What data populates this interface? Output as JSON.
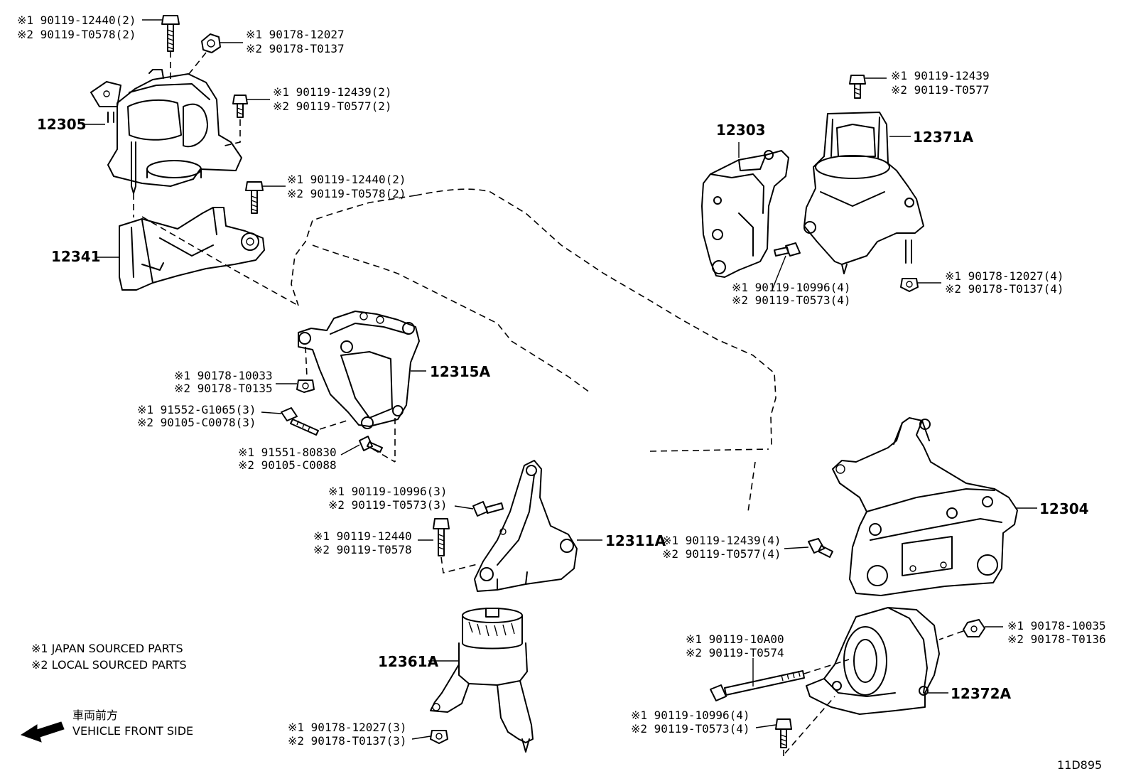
{
  "parts": {
    "p12305": "12305",
    "p12341": "12341",
    "p12315A": "12315A",
    "p12311A": "12311A",
    "p12361A": "12361A",
    "p12303": "12303",
    "p12371A": "12371A",
    "p12304": "12304",
    "p12372A": "12372A"
  },
  "callouts": {
    "c1a": "※1 90119-12440(2)",
    "c1b": "※2 90119-T0578(2)",
    "c2a": "※1 90178-12027",
    "c2b": "※2 90178-T0137",
    "c3a": "※1 90119-12439(2)",
    "c3b": "※2 90119-T0577(2)",
    "c4a": "※1 90119-12440(2)",
    "c4b": "※2 90119-T0578(2)",
    "c5a": "※1 90178-10033",
    "c5b": "※2 90178-T0135",
    "c6a": "※1 91552-G1065(3)",
    "c6b": "※2 90105-C0078(3)",
    "c7a": "※1 91551-80830",
    "c7b": "※2 90105-C0088",
    "c8a": "※1 90119-10996(3)",
    "c8b": "※2 90119-T0573(3)",
    "c9a": "※1 90119-12440",
    "c9b": "※2 90119-T0578",
    "c10a": "※1 90178-12027(3)",
    "c10b": "※2 90178-T0137(3)",
    "c11a": "※1 90119-12439",
    "c11b": "※2 90119-T0577",
    "c12a": "※1 90119-10996(4)",
    "c12b": "※2 90119-T0573(4)",
    "c13a": "※1 90178-12027(4)",
    "c13b": "※2 90178-T0137(4)",
    "c14a": "※1 90119-12439(4)",
    "c14b": "※2 90119-T0577(4)",
    "c15a": "※1 90119-10A00",
    "c15b": "※2 90119-T0574",
    "c16a": "※1 90178-10035",
    "c16b": "※2 90178-T0136",
    "c17a": "※1 90119-10996(4)",
    "c17b": "※2 90119-T0573(4)"
  },
  "notes": {
    "japan": "※1 JAPAN SOURCED PARTS",
    "local": "※2 LOCAL SOURCED PARTS",
    "front_jp": "車両前方",
    "front_en": "VEHICLE FRONT SIDE",
    "diagram_code": "11D895"
  }
}
